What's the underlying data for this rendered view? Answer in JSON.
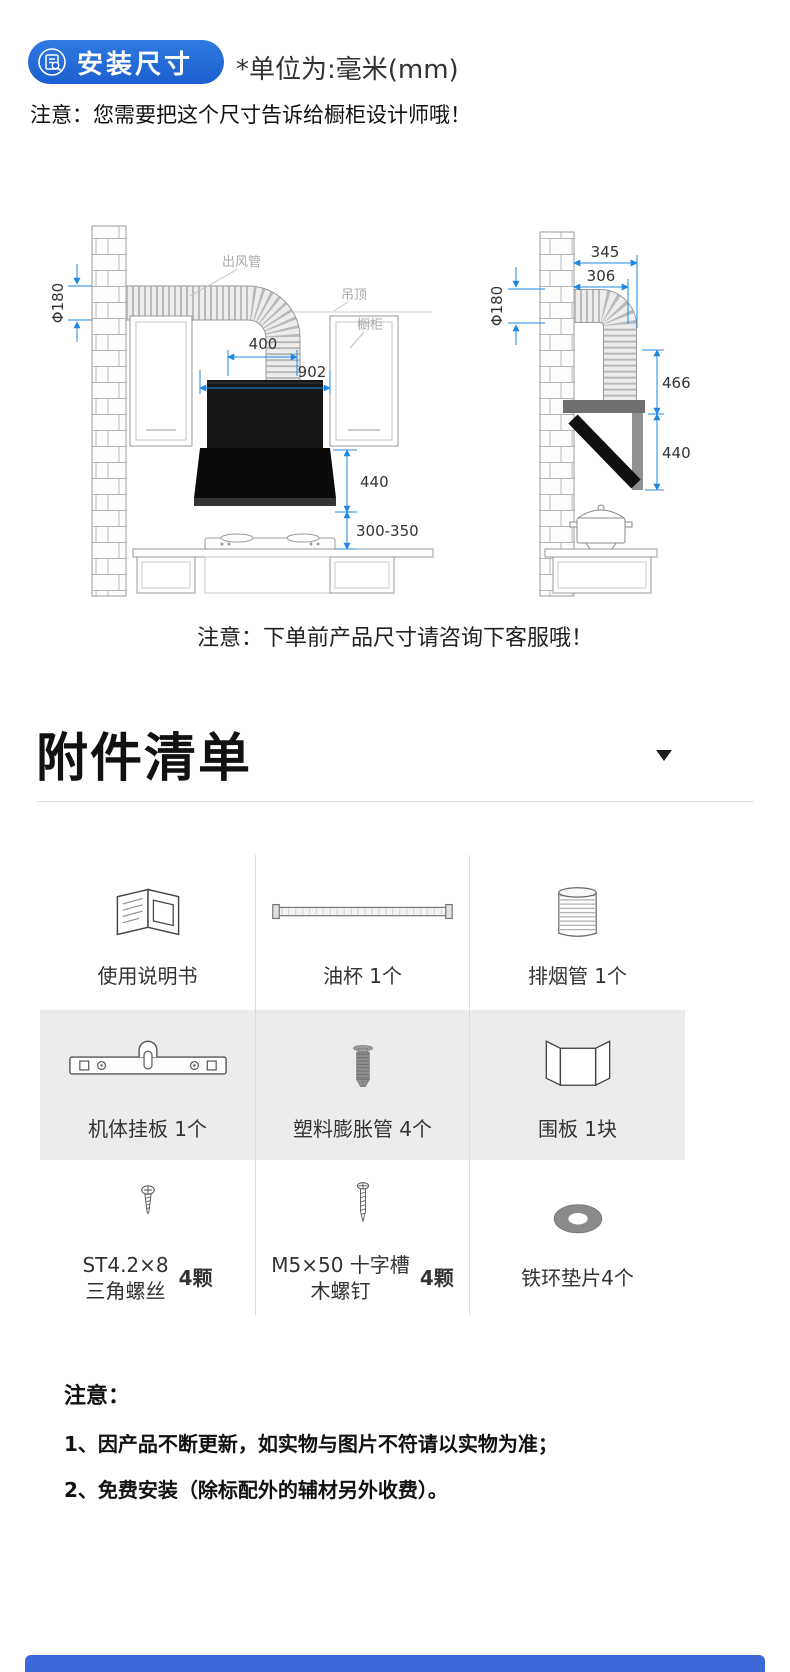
{
  "colors": {
    "badge_blue": "#1c5ecf",
    "dimension_blue": "#1d87e4",
    "gray_row": "#ececec",
    "footer_bar_blue": "#3a68d8"
  },
  "header": {
    "badge": {
      "label": "安装尺寸",
      "icon": "dimension-doc-icon"
    },
    "unit_note": "*单位为:毫米(mm)",
    "designer_note": "注意：您需要把这个尺寸告诉给橱柜设计师哦！"
  },
  "diagram": {
    "part_labels": {
      "outlet_pipe": "出风管",
      "ceiling": "吊顶",
      "cabinet": "橱柜"
    },
    "dimensions": {
      "left_duct_diameter": "Φ180",
      "duct_offset": "400",
      "hood_width": "902",
      "hood_height": "440",
      "hood_to_counter": "300-350",
      "top_depth_outer": "345",
      "top_depth_inner": "306",
      "right_duct_diameter": "Φ180",
      "upper_height": "466",
      "lower_height": "440"
    },
    "service_note": "注意：下单前产品尺寸请咨询下客服哦！"
  },
  "accessories": {
    "title": "附件清单",
    "items": [
      {
        "name": "user-manual",
        "icon": "user-manual-icon",
        "label": "使用说明书"
      },
      {
        "name": "oil-cup",
        "icon": "oil-cup-icon",
        "label": "油杯 1个"
      },
      {
        "name": "exhaust-pipe",
        "icon": "exhaust-pipe-icon",
        "label": "排烟管 1个"
      },
      {
        "name": "mounting-plate",
        "icon": "mounting-plate-icon",
        "label": "机体挂板 1个"
      },
      {
        "name": "expansion-tube",
        "icon": "expansion-tube-icon",
        "label": "塑料膨胀管 4个"
      },
      {
        "name": "surround-panel",
        "icon": "surround-panel-icon",
        "label": "围板 1块"
      },
      {
        "name": "triangle-screw",
        "icon": "screw-icon",
        "label_line1": "ST4.2×8",
        "label_line2": "三角螺丝",
        "qty": "4颗"
      },
      {
        "name": "wood-screw",
        "icon": "wood-screw-icon",
        "label_line1": "M5×50 十字槽",
        "label_line2": "木螺钉",
        "qty": "4颗"
      },
      {
        "name": "iron-washer",
        "icon": "washer-icon",
        "label": "铁环垫片4个"
      }
    ]
  },
  "notes": {
    "title": "注意：",
    "items": [
      "1、因产品不断更新，如实物与图片不符请以实物为准；",
      "2、免费安装（除标配外的辅材另外收费）。"
    ]
  }
}
